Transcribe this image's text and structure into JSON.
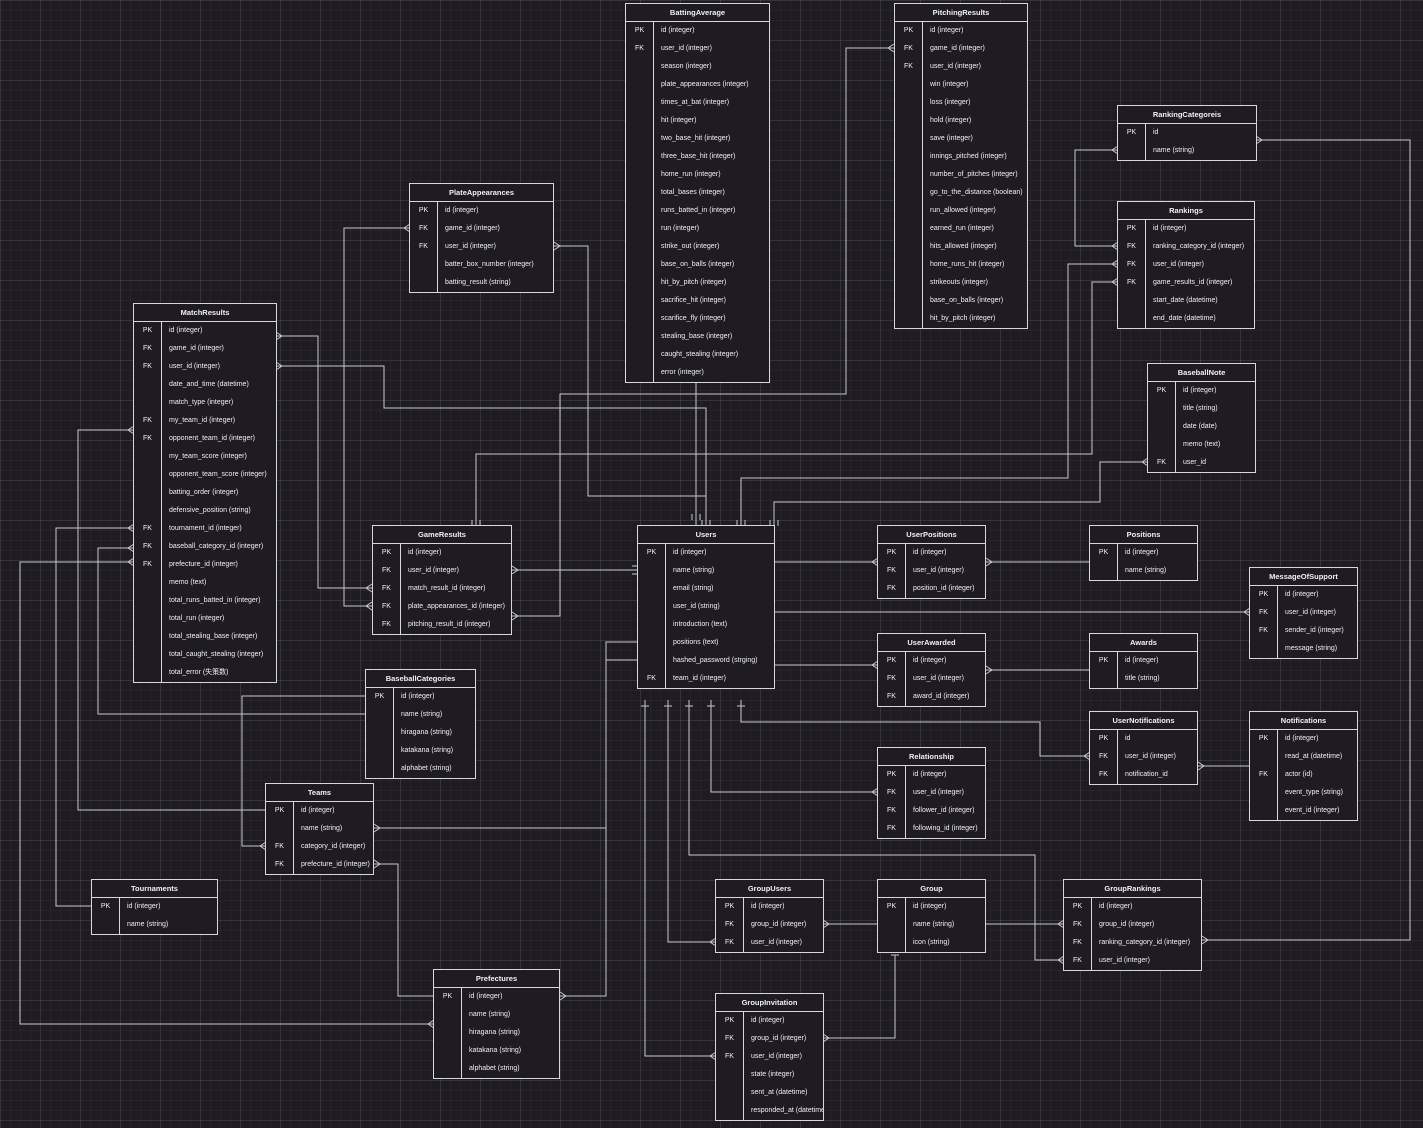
{
  "entities": {
    "BattingAverage": {
      "title": "BattingAverage",
      "rows": [
        {
          "key": "PK",
          "name": "id (integer)"
        },
        {
          "key": "FK",
          "name": "user_id (integer)"
        },
        {
          "key": "",
          "name": "season (integer)"
        },
        {
          "key": "",
          "name": "plate_appearances (integer)"
        },
        {
          "key": "",
          "name": "times_at_bat (integer)"
        },
        {
          "key": "",
          "name": "hit (integer)"
        },
        {
          "key": "",
          "name": "two_base_hit (integer)"
        },
        {
          "key": "",
          "name": "three_base_hit (integer)"
        },
        {
          "key": "",
          "name": "home_run (integer)"
        },
        {
          "key": "",
          "name": "total_bases (integer)"
        },
        {
          "key": "",
          "name": "runs_batted_in (integer)"
        },
        {
          "key": "",
          "name": "run (integer)"
        },
        {
          "key": "",
          "name": "strike_out (integer)"
        },
        {
          "key": "",
          "name": "base_on_balls (integer)"
        },
        {
          "key": "",
          "name": "hit_by_pitch (integer)"
        },
        {
          "key": "",
          "name": "sacrifice_hit (integer)"
        },
        {
          "key": "",
          "name": "scarifice_fly (integer)"
        },
        {
          "key": "",
          "name": "stealing_base (integer)"
        },
        {
          "key": "",
          "name": "caught_stealing (integer)"
        },
        {
          "key": "",
          "name": "error (integer)"
        }
      ]
    },
    "PitchingResults": {
      "title": "PitchingResults",
      "rows": [
        {
          "key": "PK",
          "name": "id (integer)"
        },
        {
          "key": "FK",
          "name": "game_id (integer)"
        },
        {
          "key": "FK",
          "name": "user_id (integer)"
        },
        {
          "key": "",
          "name": "win (integer)"
        },
        {
          "key": "",
          "name": "loss (integer)"
        },
        {
          "key": "",
          "name": "hold (integer)"
        },
        {
          "key": "",
          "name": "save (integer)"
        },
        {
          "key": "",
          "name": "innings_pitched (integer)"
        },
        {
          "key": "",
          "name": "number_of_pitches (integer)"
        },
        {
          "key": "",
          "name": "go_to_the_distance (boolean)"
        },
        {
          "key": "",
          "name": "run_allowed (integer)"
        },
        {
          "key": "",
          "name": "earned_run (integer)"
        },
        {
          "key": "",
          "name": "hits_allowed (integer)"
        },
        {
          "key": "",
          "name": "home_runs_hit (integer)"
        },
        {
          "key": "",
          "name": "strikeouts (integer)"
        },
        {
          "key": "",
          "name": "base_on_balls (integer)"
        },
        {
          "key": "",
          "name": "hit_by_pitch (integer)"
        }
      ]
    },
    "RankingCategoreis": {
      "title": "RankingCategoreis",
      "rows": [
        {
          "key": "PK",
          "name": "id"
        },
        {
          "key": "",
          "name": "name (string)"
        }
      ]
    },
    "Rankings": {
      "title": "Rankings",
      "rows": [
        {
          "key": "PK",
          "name": "id (integer)"
        },
        {
          "key": "FK",
          "name": "ranking_category_id (integer)"
        },
        {
          "key": "FK",
          "name": "user_id (integer)"
        },
        {
          "key": "FK",
          "name": "game_results_id (integer)"
        },
        {
          "key": "",
          "name": "start_date (datetime)"
        },
        {
          "key": "",
          "name": "end_date (datetime)"
        }
      ]
    },
    "PlateAppearances": {
      "title": "PlateAppearances",
      "rows": [
        {
          "key": "PK",
          "name": "id (integer)"
        },
        {
          "key": "FK",
          "name": "game_id (integer)"
        },
        {
          "key": "FK",
          "name": "user_id (integer)"
        },
        {
          "key": "",
          "name": "batter_box_number (integer)"
        },
        {
          "key": "",
          "name": "batting_result (string)"
        }
      ]
    },
    "MatchResults": {
      "title": "MatchResults",
      "rows": [
        {
          "key": "PK",
          "name": "id (integer)"
        },
        {
          "key": "FK",
          "name": "game_id (integer)"
        },
        {
          "key": "FK",
          "name": "user_id (integer)"
        },
        {
          "key": "",
          "name": "date_and_time (datetime)"
        },
        {
          "key": "",
          "name": "match_type (integer)"
        },
        {
          "key": "FK",
          "name": "my_team_id (integer)"
        },
        {
          "key": "FK",
          "name": "opponent_team_id (integer)"
        },
        {
          "key": "",
          "name": "my_team_score (integer)"
        },
        {
          "key": "",
          "name": "opponent_team_score (integer)"
        },
        {
          "key": "",
          "name": "batting_order (integer)"
        },
        {
          "key": "",
          "name": "defensive_position (string)"
        },
        {
          "key": "FK",
          "name": "tournament_id (integer)"
        },
        {
          "key": "FK",
          "name": "baseball_category_id (integer)"
        },
        {
          "key": "FK",
          "name": "prefecture_id (integer)"
        },
        {
          "key": "",
          "name": "memo (text)"
        },
        {
          "key": "",
          "name": "total_runs_batted_in (integer)"
        },
        {
          "key": "",
          "name": "total_run (integer)"
        },
        {
          "key": "",
          "name": "total_stealing_base (integer)"
        },
        {
          "key": "",
          "name": "total_caught_stealing (integer)"
        },
        {
          "key": "",
          "name": "total_error (失策数)"
        }
      ]
    },
    "BaseballNote": {
      "title": "BaseballNote",
      "rows": [
        {
          "key": "PK",
          "name": "id (integer)"
        },
        {
          "key": "",
          "name": "title (string)"
        },
        {
          "key": "",
          "name": "date (date)"
        },
        {
          "key": "",
          "name": "memo (text)"
        },
        {
          "key": "FK",
          "name": "user_id"
        }
      ]
    },
    "GameResults": {
      "title": "GameResults",
      "rows": [
        {
          "key": "PK",
          "name": "id (integer)"
        },
        {
          "key": "FK",
          "name": "user_id (integer)"
        },
        {
          "key": "FK",
          "name": "match_result_id (integer)"
        },
        {
          "key": "FK",
          "name": "plate_appearances_id (integer)"
        },
        {
          "key": "FK",
          "name": "pitching_result_id (integer)"
        }
      ]
    },
    "Users": {
      "title": "Users",
      "rows": [
        {
          "key": "PK",
          "name": "id (integer)"
        },
        {
          "key": "",
          "name": "name (string)"
        },
        {
          "key": "",
          "name": "email (string)"
        },
        {
          "key": "",
          "name": "user_id (string)"
        },
        {
          "key": "",
          "name": "introduction (text)"
        },
        {
          "key": "",
          "name": "positions (text)"
        },
        {
          "key": "",
          "name": "hashed_password (strging)"
        },
        {
          "key": "FK",
          "name": "team_id (integer)"
        }
      ]
    },
    "UserPositions": {
      "title": "UserPositions",
      "rows": [
        {
          "key": "PK",
          "name": "id (integer)"
        },
        {
          "key": "FK",
          "name": "user_id (integer)"
        },
        {
          "key": "FK",
          "name": "position_id (integer)"
        }
      ]
    },
    "Positions": {
      "title": "Positions",
      "rows": [
        {
          "key": "PK",
          "name": "id (integer)"
        },
        {
          "key": "",
          "name": "name (string)"
        }
      ]
    },
    "MessageOfSupport": {
      "title": "MessageOfSupport",
      "rows": [
        {
          "key": "PK",
          "name": "id (integer)"
        },
        {
          "key": "FK",
          "name": "user_id (integer)"
        },
        {
          "key": "FK",
          "name": "sender_id (integer)"
        },
        {
          "key": "",
          "name": "message (string)"
        }
      ]
    },
    "UserAwarded": {
      "title": "UserAwarded",
      "rows": [
        {
          "key": "PK",
          "name": "id (integer)"
        },
        {
          "key": "FK",
          "name": "user_id (integer)"
        },
        {
          "key": "FK",
          "name": "award_id (integer)"
        }
      ]
    },
    "Awards": {
      "title": "Awards",
      "rows": [
        {
          "key": "PK",
          "name": "id (integer)"
        },
        {
          "key": "",
          "name": "title (string)"
        }
      ]
    },
    "BaseballCategories": {
      "title": "BaseballCategories",
      "rows": [
        {
          "key": "PK",
          "name": "id (integer)"
        },
        {
          "key": "",
          "name": "name (string)"
        },
        {
          "key": "",
          "name": "hiragana (string)"
        },
        {
          "key": "",
          "name": "katakana (string)"
        },
        {
          "key": "",
          "name": "alphabet (string)"
        }
      ]
    },
    "UserNotifications": {
      "title": "UserNotifications",
      "rows": [
        {
          "key": "PK",
          "name": "id"
        },
        {
          "key": "FK",
          "name": "user_id (integer)"
        },
        {
          "key": "FK",
          "name": "notification_id"
        }
      ]
    },
    "Notifications": {
      "title": "Notifications",
      "rows": [
        {
          "key": "PK",
          "name": "id (integer)"
        },
        {
          "key": "",
          "name": "read_at (datetime)"
        },
        {
          "key": "FK",
          "name": "actor (id)"
        },
        {
          "key": "",
          "name": "event_type (string)"
        },
        {
          "key": "",
          "name": "event_id (integer)"
        }
      ]
    },
    "Relationship": {
      "title": "Relationship",
      "rows": [
        {
          "key": "PK",
          "name": "id (integer)"
        },
        {
          "key": "FK",
          "name": "user_id (integer)"
        },
        {
          "key": "FK",
          "name": "follower_id (integer)"
        },
        {
          "key": "FK",
          "name": "following_id (integer)"
        }
      ]
    },
    "Teams": {
      "title": "Teams",
      "rows": [
        {
          "key": "PK",
          "name": "id (integer)"
        },
        {
          "key": "",
          "name": "name (string)"
        },
        {
          "key": "FK",
          "name": "category_id (integer)"
        },
        {
          "key": "FK",
          "name": "prefecture_id (integer)"
        }
      ]
    },
    "Tournaments": {
      "title": "Tournaments",
      "rows": [
        {
          "key": "PK",
          "name": "id (integer)"
        },
        {
          "key": "",
          "name": "name (string)"
        }
      ]
    },
    "GroupUsers": {
      "title": "GroupUsers",
      "rows": [
        {
          "key": "PK",
          "name": "id (integer)"
        },
        {
          "key": "FK",
          "name": "group_id (integer)"
        },
        {
          "key": "FK",
          "name": "user_id (integer)"
        }
      ]
    },
    "Group": {
      "title": "Group",
      "rows": [
        {
          "key": "PK",
          "name": "id (integer)"
        },
        {
          "key": "",
          "name": "name (string)"
        },
        {
          "key": "",
          "name": "icon (string)"
        }
      ]
    },
    "GroupRankings": {
      "title": "GroupRankings",
      "rows": [
        {
          "key": "PK",
          "name": "id (integer)"
        },
        {
          "key": "FK",
          "name": "group_id (integer)"
        },
        {
          "key": "FK",
          "name": "ranking_category_id (integer)"
        },
        {
          "key": "FK",
          "name": "user_id (integer)"
        }
      ]
    },
    "Prefectures": {
      "title": "Prefectures",
      "rows": [
        {
          "key": "PK",
          "name": "id (integer)"
        },
        {
          "key": "",
          "name": "name (string)"
        },
        {
          "key": "",
          "name": "hiragana (string)"
        },
        {
          "key": "",
          "name": "katakana (string)"
        },
        {
          "key": "",
          "name": "alphabet (string)"
        }
      ]
    },
    "GroupInvitation": {
      "title": "GroupInvitation",
      "rows": [
        {
          "key": "PK",
          "name": "id (integer)"
        },
        {
          "key": "FK",
          "name": "group_id (integer)"
        },
        {
          "key": "FK",
          "name": "user_id (integer)"
        },
        {
          "key": "",
          "name": "state (integer)"
        },
        {
          "key": "",
          "name": "sent_at (datetime)"
        },
        {
          "key": "",
          "name": "responded_at (datetime)"
        }
      ]
    }
  }
}
